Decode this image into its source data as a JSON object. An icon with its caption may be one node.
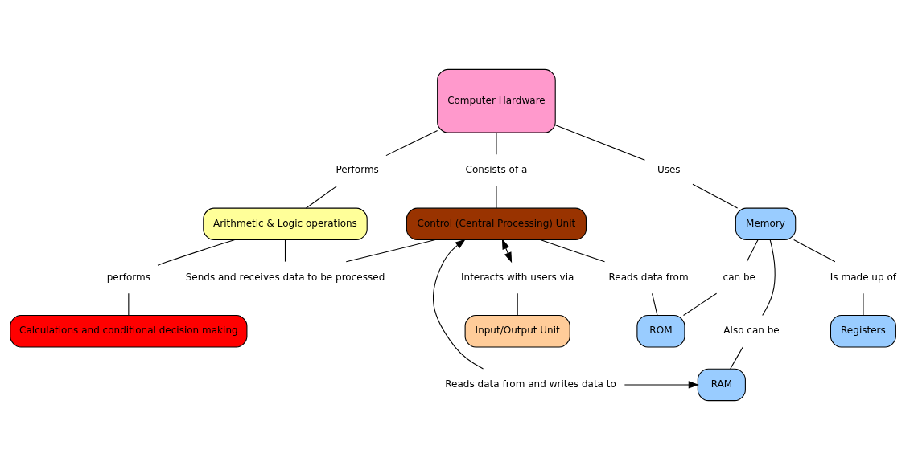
{
  "diagram": {
    "nodes": [
      {
        "text": [
          "Computer Hardware"
        ]
      },
      {
        "text": [
          "Consists of a"
        ]
      },
      {
        "text": [
          "Uses"
        ]
      },
      {
        "text": [
          "Performs"
        ]
      },
      {
        "text": [
          "Sends and receives data to be processed"
        ]
      },
      {
        "text": [
          "Control (Central Processing) Unit"
        ]
      },
      {
        "text": [
          "Memory"
        ]
      },
      {
        "text": [
          "Arithmetic & Logic operations"
        ]
      },
      {
        "text": [
          "Interacts with users via"
        ]
      },
      {
        "text": [
          "Reads data from"
        ]
      },
      {
        "text": [
          "can be"
        ]
      },
      {
        "text": [
          "Is made up of"
        ]
      },
      {
        "text": [
          "performs"
        ]
      },
      {
        "text": [
          "Registers"
        ]
      },
      {
        "text": [
          "Also can be"
        ]
      },
      {
        "text": [
          "Input/Output Unit"
        ]
      },
      {
        "text": [
          "ROM"
        ]
      },
      {
        "text": [
          "Calculations and conditional decision making"
        ]
      },
      {
        "text": [
          "Reads data from and writes data to"
        ]
      },
      {
        "text": [
          "RAM"
        ]
      }
    ],
    "edges": [
      {
        "from": 0,
        "to": 1,
        "arrow": "none"
      },
      {
        "from": 1,
        "to": 5,
        "arrow": "none"
      },
      {
        "from": 0,
        "to": 2,
        "arrow": "none"
      },
      {
        "from": 2,
        "to": 6,
        "arrow": "none"
      },
      {
        "from": 0,
        "to": 3,
        "arrow": "none"
      },
      {
        "from": 3,
        "to": 7,
        "arrow": "none"
      },
      {
        "from": 5,
        "to": 4,
        "arrow": "none"
      },
      {
        "from": 4,
        "to": 7,
        "arrow": "none"
      },
      {
        "from": 5,
        "to": 8,
        "arrow": "both"
      },
      {
        "from": 8,
        "to": 15,
        "arrow": "none"
      },
      {
        "from": 5,
        "to": 9,
        "arrow": "none"
      },
      {
        "from": 9,
        "to": 16,
        "arrow": "none"
      },
      {
        "from": 6,
        "to": 10,
        "arrow": "none"
      },
      {
        "from": 10,
        "to": 16,
        "arrow": "none"
      },
      {
        "from": 6,
        "to": 14,
        "arrow": "none"
      },
      {
        "from": 14,
        "to": 19,
        "arrow": "none"
      },
      {
        "from": 6,
        "to": 11,
        "arrow": "none"
      },
      {
        "from": 11,
        "to": 13,
        "arrow": "none"
      },
      {
        "from": 7,
        "to": 12,
        "arrow": "none"
      },
      {
        "from": 12,
        "to": 17,
        "arrow": "none"
      },
      {
        "from": 18,
        "to": 5,
        "arrow": "to"
      },
      {
        "from": 18,
        "to": 19,
        "arrow": "to"
      }
    ]
  }
}
